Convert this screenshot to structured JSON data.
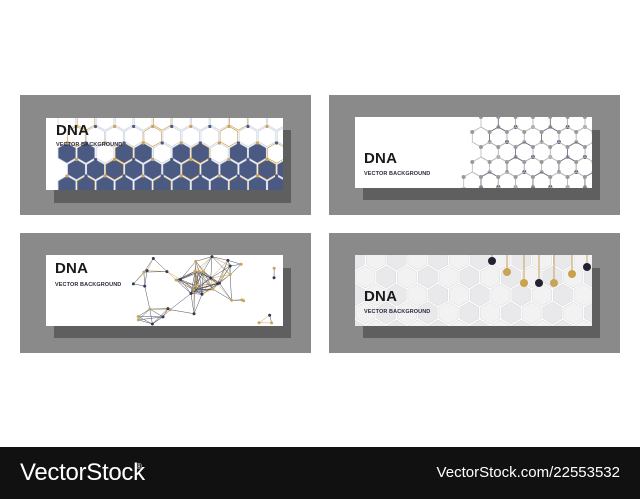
{
  "banners": [
    {
      "title": "DNA",
      "subtitle": "VECTOR BACKGROUND"
    },
    {
      "title": "DNA",
      "subtitle": "VECTOR BACKGROUND"
    },
    {
      "title": "DNA",
      "subtitle": "VECTOR BACKGROUND"
    },
    {
      "title": "DNA",
      "subtitle": "VECTOR BACKGROUND"
    }
  ],
  "footer": {
    "logo": "VectorStock",
    "registered_mark": "®",
    "image_id": "VectorStock.com/22553532"
  },
  "colors": {
    "panel": "#8a8a8a",
    "shadow": "#5f5f5f",
    "navy": "#4a5a82",
    "gold": "#c8a45a",
    "footer": "#111111"
  }
}
